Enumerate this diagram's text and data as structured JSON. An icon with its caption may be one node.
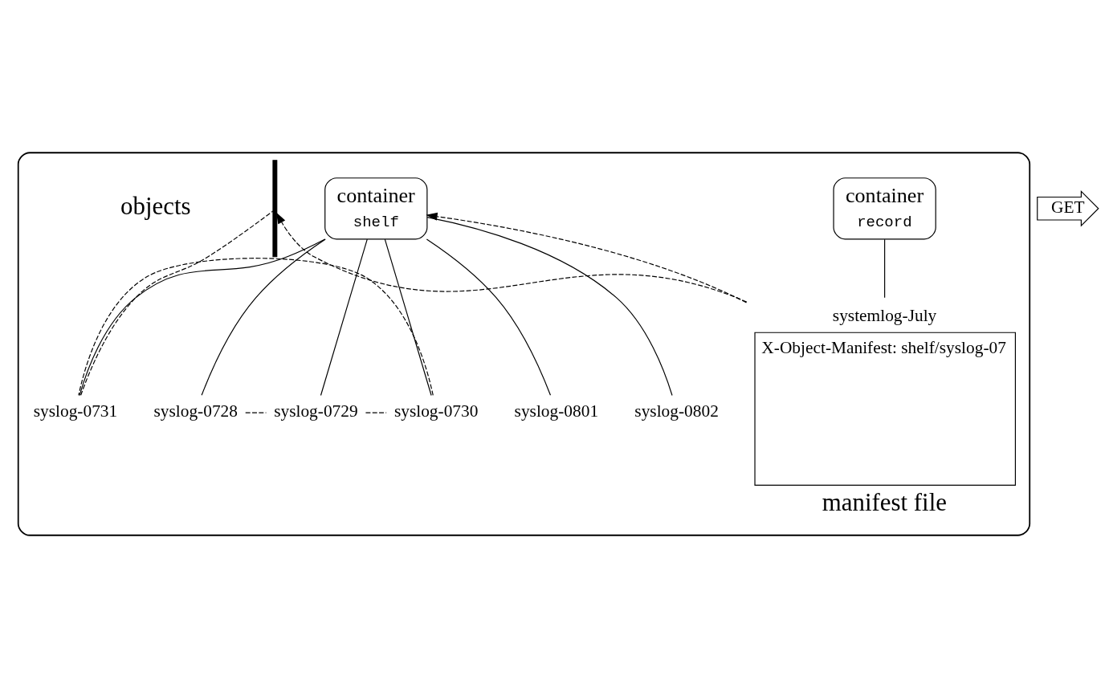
{
  "diagram": {
    "nodes": [
      {
        "text": [],
        "shape": "cylinder"
      },
      {
        "text": [
          "container",
          "record"
        ],
        "in": 0
      },
      {
        "text": [
          "container",
          "shelf"
        ],
        "in": 0
      },
      {
        "text": [
          "systemlog-July",
          "X-Object-Manifest: shelf/syslog-07"
        ],
        "beside": [
          "manifest file"
        ],
        "in": 0
      },
      {
        "text": [
          "syslog-0728"
        ],
        "in": 0
      },
      {
        "text": [
          "syslog-0729"
        ],
        "in": 0
      },
      {
        "text": [
          "syslog-0730"
        ],
        "in": 0
      },
      {
        "text": [
          "syslog-0731"
        ],
        "in": 0
      },
      {
        "text": [
          "syslog-0801"
        ],
        "in": 0
      },
      {
        "text": [
          "syslog-0802"
        ],
        "in": 0
      },
      {
        "text": [],
        "shape": "brace",
        "in": 0
      },
      {
        "text": [
          "GET"
        ]
      }
    ],
    "edges": [
      {
        "from": 1,
        "to": 3,
        "arrow": "none"
      },
      {
        "from": 3,
        "to": 2,
        "arrow": "to",
        "style": "dashed"
      },
      {
        "from": 2,
        "to": 4,
        "arrow": "none"
      },
      {
        "from": 2,
        "to": 5,
        "arrow": "none"
      },
      {
        "from": 2,
        "to": 6,
        "arrow": "none"
      },
      {
        "from": 2,
        "to": 7,
        "arrow": "none"
      },
      {
        "from": 2,
        "to": 8,
        "arrow": "none"
      },
      {
        "from": 2,
        "to": 9,
        "arrow": "none"
      },
      {
        "from": 3,
        "to": 10,
        "arrow": "to",
        "style": "dashed"
      },
      {
        "from": 4,
        "to": 5,
        "arrow": "none",
        "style": "dashed"
      },
      {
        "from": 5,
        "to": 6,
        "arrow": "none",
        "style": "dashed"
      },
      {
        "from": 6,
        "to": 7,
        "arrow": "none",
        "style": "dashed"
      },
      {
        "from": 7,
        "to": 10,
        "arrow": "none",
        "style": "dashed"
      }
    ],
    "labels": [
      "objects"
    ]
  }
}
